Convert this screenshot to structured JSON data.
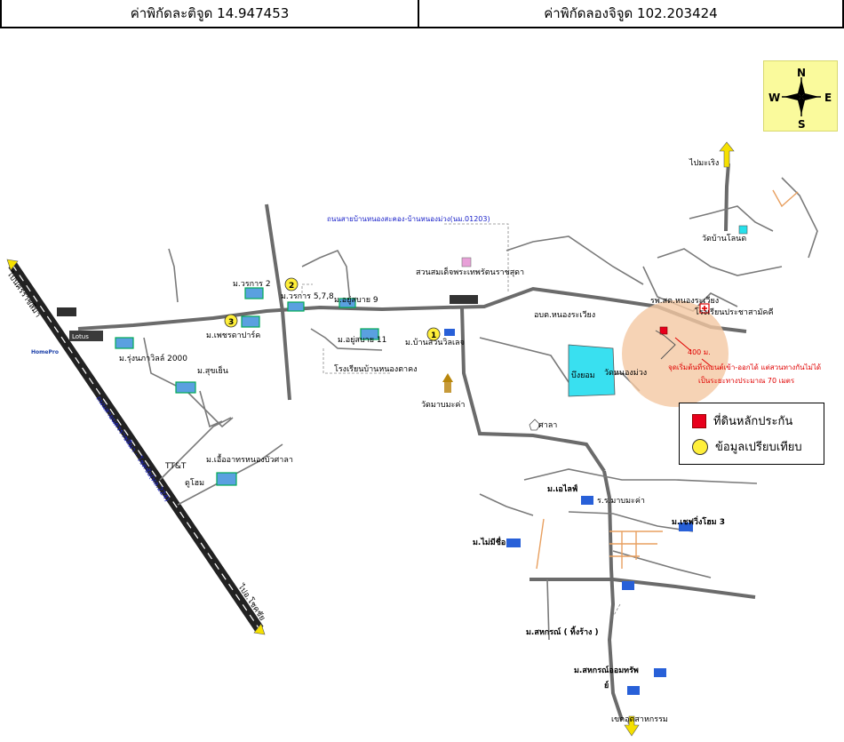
{
  "header": {
    "lat": "ค่าพิกัดละติจูด 14.947453",
    "lon": "ค่าพิกัดลองจิจูด 102.203424"
  },
  "compass": {
    "n": "N",
    "s": "S",
    "e": "E",
    "w": "W"
  },
  "legend": {
    "collateral": "ที่ดินหลักประกัน",
    "comparables": "ข้อมูลเปรียบเทียบ",
    "collateral_color": "#e8001c",
    "comparable_color": "#ffef3a"
  },
  "markers": {
    "m1": "1",
    "m2": "2",
    "m3": "3"
  },
  "labels": {
    "to_maerng": "ไปมะเริง",
    "wat_ban_lonard": "วัดบ้านโลนด",
    "road_nongsakong": "ถนนสายบ้านหนองสะคอง-บ้านหนองม่วง(นม.01203)",
    "park": "สวนสมเด็จพระเทพรัตนราชสุดา",
    "hospital": "รพ.สต.หนองระเวียง",
    "school_pracha": "โรงเรียนประชาสามัคคี",
    "sao": "อบต.หนองระเวียง",
    "dist_400": "400 ม.",
    "access_note_1": "จุดเริ่มต้นที่รถยนต์เข้า-ออกได้ แต่สวนทางกันไม่ได้",
    "access_note_2": "เป็นระยะทางประมาณ 70 เมตร",
    "pond": "บึงยอม",
    "wat_nongmuang": "วัดหนองม่วง",
    "wat_mabmakha": "วัดมาบมะค่า",
    "sala": "ศาลา",
    "to_nakhon": "ไปนครราชสีมา",
    "lotus": "Lotus",
    "homepro": "HomePro",
    "highway": "ถนนสายนครราชสีมา - โชคชัย(ทล.224)",
    "to_chokchai": "ไปอ.โชคชัย",
    "m_worakarn2": "ม.วรการ 2",
    "m_worakarn578": "ม.วรการ 5,7,8",
    "m_yoosabai9": "ม.อยู่สบาย 9",
    "m_yoosabai11": "ม.อยู่สบาย 11",
    "m_petcharat": "ม.เพชรดาปาร์ค",
    "m_rungnapa": "ม.รุ่งนภาวิลล์ 2000",
    "m_suansawan": "ม.บ้านสวนวิลเลจ",
    "school_nongtakhong": "โรงเรียนบ้านหนองตาคง",
    "m_sukyen": "ม.สุขเย็น",
    "m_euaarthorn": "ม.เอื้ออาทรหนองบัวศาลา",
    "tt": "TT&T",
    "dohome": "ดูโฮม",
    "m_elife": "ม.เอไลฟ์",
    "school_mabmakha": "ร.ร.มาบมะค่า",
    "m_chaiwang": "ม.เชฟวิ่งโฮม 3",
    "m_maimichue": "ม.ไม่มีชื่อ",
    "m_sahakorn_tingrang": "ม.สหกรณ์ ( ทิ้งร้าง )",
    "m_sahakorn_omsap": "ม.สหกรณ์ออมทรัพ",
    "m_sahakorn_omsap_2": "ย์",
    "ind_estate": "เขตอุตสาหกรรม"
  }
}
